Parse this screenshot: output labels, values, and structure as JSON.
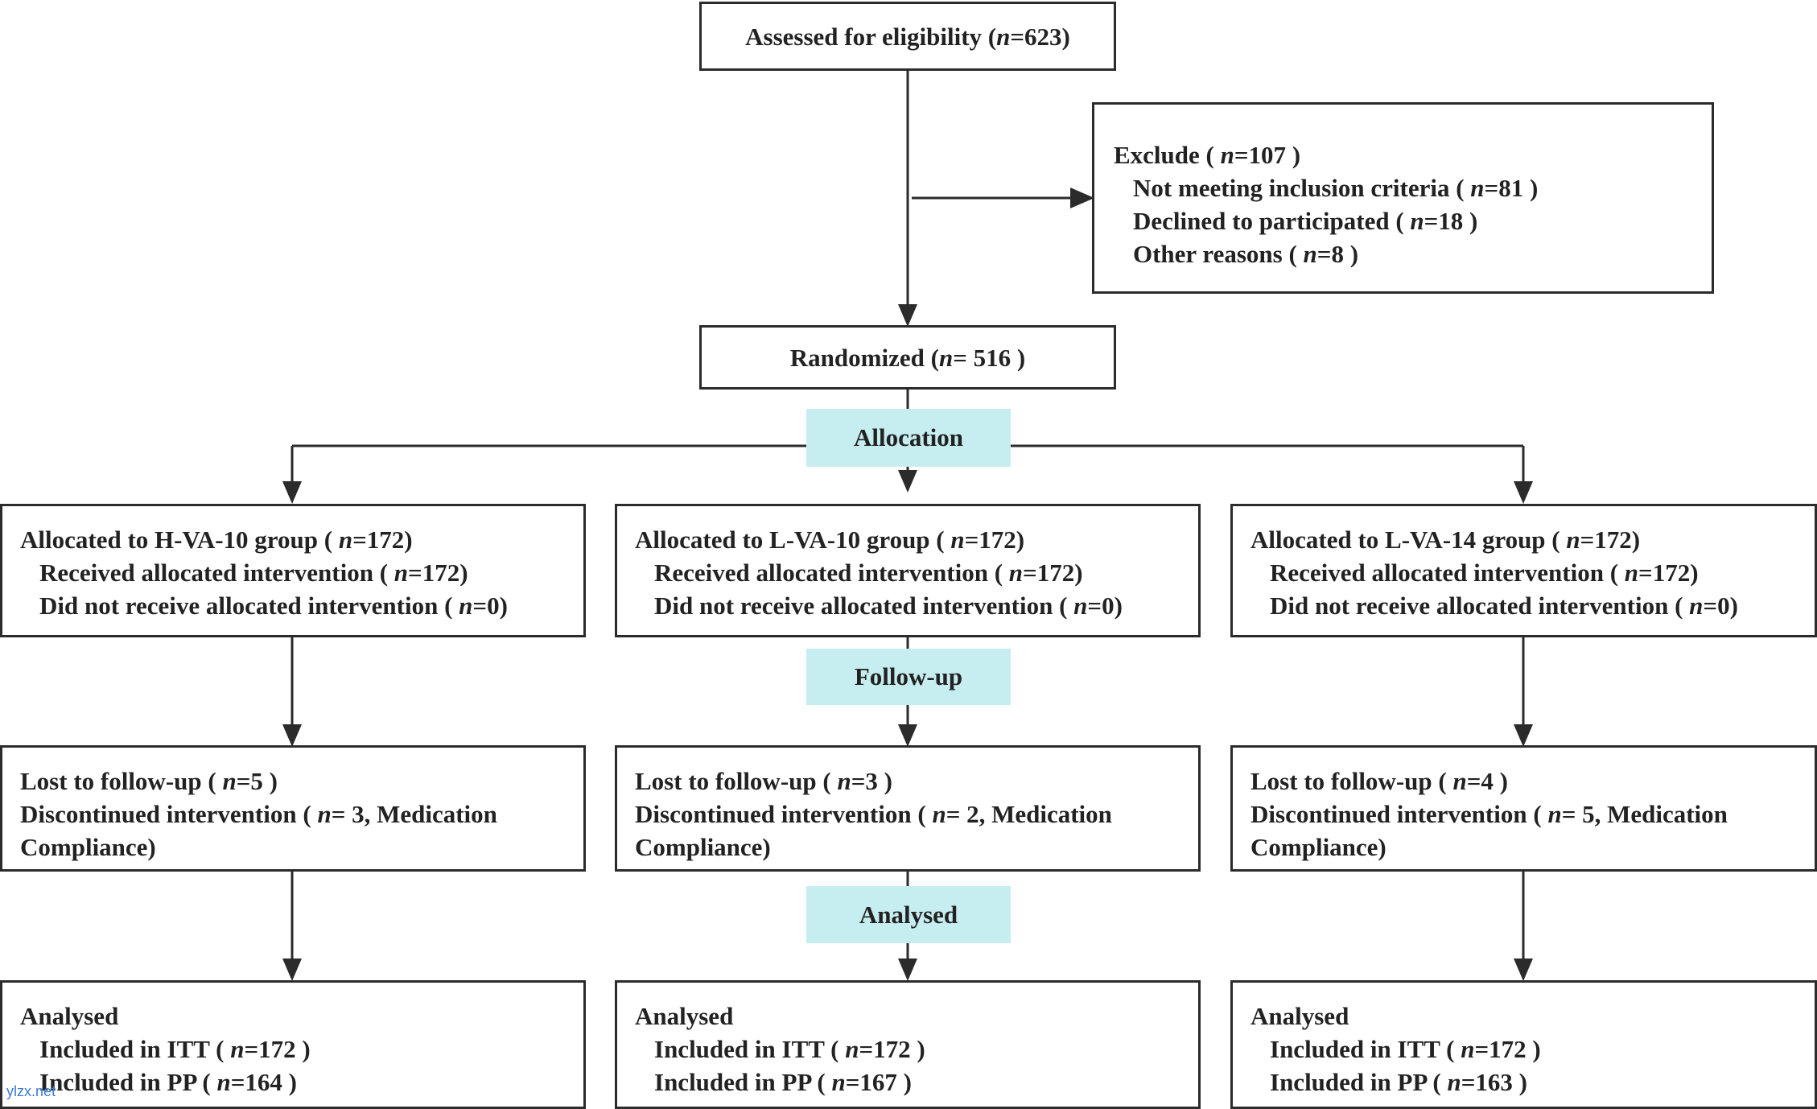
{
  "assessed": {
    "label": "Assessed for eligibility (",
    "n": "n",
    "value": "=623)"
  },
  "exclude": {
    "title": {
      "label": "Exclude ( ",
      "n": "n",
      "value": "=107 )"
    },
    "items": [
      {
        "label": "Not meeting inclusion criteria ( ",
        "n": "n",
        "value": "=81 )"
      },
      {
        "label": "Declined to participated ( ",
        "n": "n",
        "value": "=18 )"
      },
      {
        "label": "Other reasons ( ",
        "n": "n",
        "value": "=8 )"
      }
    ]
  },
  "randomized": {
    "label": "Randomized (",
    "n": "n",
    "value": "= 516 )"
  },
  "stages": {
    "allocation": "Allocation",
    "followup": "Follow-up",
    "analysed": "Analysed"
  },
  "groups": [
    {
      "alloc": {
        "label": "Allocated to H-VA-10 group ( ",
        "n": "n",
        "value": "=172)"
      },
      "received": {
        "label": "Received allocated intervention ( ",
        "n": "n",
        "value": "=172)"
      },
      "notreceived": {
        "label": "Did not receive allocated intervention ( ",
        "n": "n",
        "value": "=0)"
      },
      "lost": {
        "label": "Lost to follow-up ( ",
        "n": "n",
        "value": "=5 )"
      },
      "discont": {
        "label": "Discontinued intervention ( ",
        "n": "n",
        "value": "= 3, Medication"
      },
      "compliance": "Compliance)",
      "analysed": "Analysed",
      "itt": {
        "label": "Included in ITT ( ",
        "n": "n",
        "value": "=172 )"
      },
      "pp": {
        "label": "Included in PP ( ",
        "n": "n",
        "value": "=164 )"
      }
    },
    {
      "alloc": {
        "label": "Allocated to L-VA-10 group ( ",
        "n": "n",
        "value": "=172)"
      },
      "received": {
        "label": "Received allocated intervention ( ",
        "n": "n",
        "value": "=172)"
      },
      "notreceived": {
        "label": "Did not receive allocated intervention ( ",
        "n": "n",
        "value": "=0)"
      },
      "lost": {
        "label": "Lost to follow-up ( ",
        "n": "n",
        "value": "=3 )"
      },
      "discont": {
        "label": "Discontinued intervention ( ",
        "n": "n",
        "value": "= 2, Medication"
      },
      "compliance": "Compliance)",
      "analysed": "Analysed",
      "itt": {
        "label": "Included in ITT ( ",
        "n": "n",
        "value": "=172 )"
      },
      "pp": {
        "label": "Included in PP ( ",
        "n": "n",
        "value": "=167 )"
      }
    },
    {
      "alloc": {
        "label": "Allocated to L-VA-14 group ( ",
        "n": "n",
        "value": "=172)"
      },
      "received": {
        "label": "Received allocated intervention ( ",
        "n": "n",
        "value": "=172)"
      },
      "notreceived": {
        "label": "Did not receive allocated intervention ( ",
        "n": "n",
        "value": "=0)"
      },
      "lost": {
        "label": "Lost to follow-up ( ",
        "n": "n",
        "value": "=4 )"
      },
      "discont": {
        "label": "Discontinued intervention  ( ",
        "n": "n",
        "value": "= 5, Medication"
      },
      "compliance": "Compliance)",
      "analysed": "Analysed",
      "itt": {
        "label": "Included in ITT ( ",
        "n": "n",
        "value": "=172 )"
      },
      "pp": {
        "label": "Included in PP ( ",
        "n": "n",
        "value": "=163 )"
      }
    }
  ],
  "watermark": "ylzx.net",
  "colors": {
    "stage_band": "#c6eef0",
    "line": "#2b2b2b"
  }
}
